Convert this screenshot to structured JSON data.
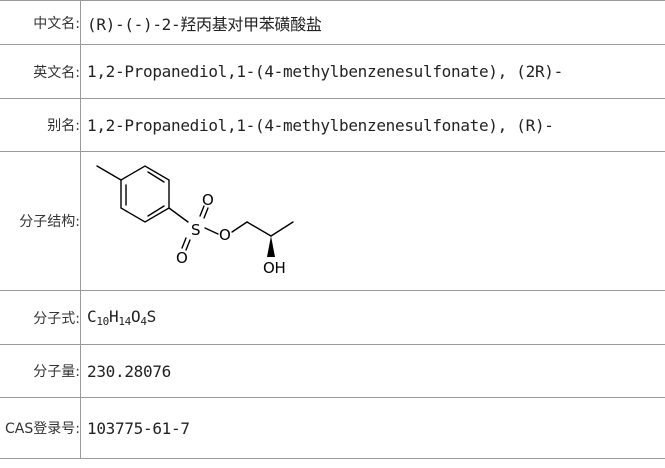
{
  "rows": {
    "cn_name": {
      "label": "中文名:",
      "value": "(R)-(-)-2-羟丙基对甲苯磺酸盐"
    },
    "en_name": {
      "label": "英文名:",
      "value": "1,2-Propanediol,1-(4-methylbenzenesulfonate), (2R)-"
    },
    "alias": {
      "label": "别名:",
      "value": "1,2-Propanediol,1-(4-methylbenzenesulfonate), (R)-"
    },
    "structure": {
      "label": "分子结构:"
    },
    "formula": {
      "label": "分子式:",
      "parts": [
        "C",
        "10",
        "H",
        "14",
        "O",
        "4",
        "S"
      ]
    },
    "weight": {
      "label": "分子量:",
      "value": "230.28076"
    },
    "cas": {
      "label": "CAS登录号:",
      "value": "103775-61-7"
    }
  },
  "structure_atoms": {
    "sulfur": "S",
    "oxygen_top": "O",
    "oxygen_bottom": "O",
    "oxygen_ester": "O",
    "hydroxyl": "OH"
  }
}
